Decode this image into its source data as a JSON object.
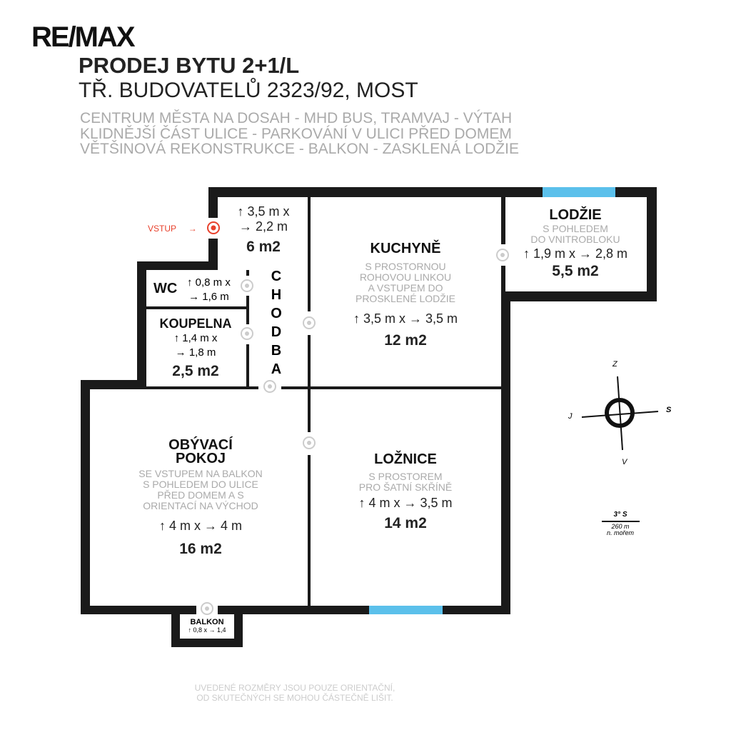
{
  "logo": "RE/MAX",
  "title": "PRODEJ BYTU 2+1/L",
  "address": "TŘ. BUDOVATELŮ 2323/92, MOST",
  "features": [
    "CENTRUM MĚSTA NA DOSAH - MHD BUS, TRAMVAJ - VÝTAH",
    "KLIDNĚJŠÍ ČÁST ULICE - PARKOVÁNÍ V ULICI PŘED DOMEM",
    "VĚTŠINOVÁ REKONSTRUKCE - BALKON - ZASKLENÁ LODŽIE"
  ],
  "entry": {
    "label": "VSTUP",
    "arrow": "→"
  },
  "rooms": {
    "hall": {
      "name": "CHODBA",
      "dim1": "↑ 3,5 m x",
      "dim2": "→ 2,2 m",
      "area": "6 m2"
    },
    "wc": {
      "name": "WC",
      "dim1": "↑ 0,8 m x",
      "dim2": "→ 1,6 m"
    },
    "bathroom": {
      "name": "KOUPELNA",
      "dim1": "↑ 1,4 m x",
      "dim2": "→ 1,8 m",
      "area": "2,5 m2"
    },
    "kitchen": {
      "name": "KUCHYNĚ",
      "desc": [
        "S PROSTORNOU",
        "ROHOVOU LINKOU",
        "A VSTUPEM DO",
        "PROSKLENÉ LODŽIE"
      ],
      "dim": "↑ 3,5 m x → 3,5 m",
      "area": "12 m2"
    },
    "loggia": {
      "name": "LODŽIE",
      "desc": [
        "S POHLEDEM",
        "DO VNITROBLOKU"
      ],
      "dim": "↑ 1,9 m x → 2,8 m",
      "area": "5,5 m2"
    },
    "living": {
      "name": [
        "OBÝVACÍ",
        "POKOJ"
      ],
      "desc": [
        "SE VSTUPEM NA BALKON",
        "S POHLEDEM DO ULICE",
        "PŘED DOMEM A S",
        "ORIENTACÍ NA VÝCHOD"
      ],
      "dim": "↑ 4 m x → 4 m",
      "area": "16 m2"
    },
    "bedroom": {
      "name": "LOŽNICE",
      "desc": [
        "S PROSTOREM",
        "PRO ŠATNÍ SKŘÍNĚ"
      ],
      "dim": "↑ 4 m x → 3,5 m",
      "area": "14 m2"
    },
    "balcony": {
      "name": "BALKON",
      "dim": "↑ 0,8 x → 1,4"
    }
  },
  "compass": {
    "north": "Z",
    "south": "V",
    "west": "J",
    "east": "S"
  },
  "location": {
    "lat": "3° S",
    "altitude": "260 m",
    "altitude_unit": "n. mořem"
  },
  "disclaimer": [
    "UVEDENÉ ROZMĚRY JSOU POUZE ORIENTAČNÍ,",
    "OD SKUTEČNÝCH SE MOHOU ČÁSTEČNĚ LIŠIT."
  ],
  "colors": {
    "wall": "#1a1a1a",
    "window": "#5bc0eb",
    "entry": "#e8412c",
    "door": "#cccccc"
  }
}
